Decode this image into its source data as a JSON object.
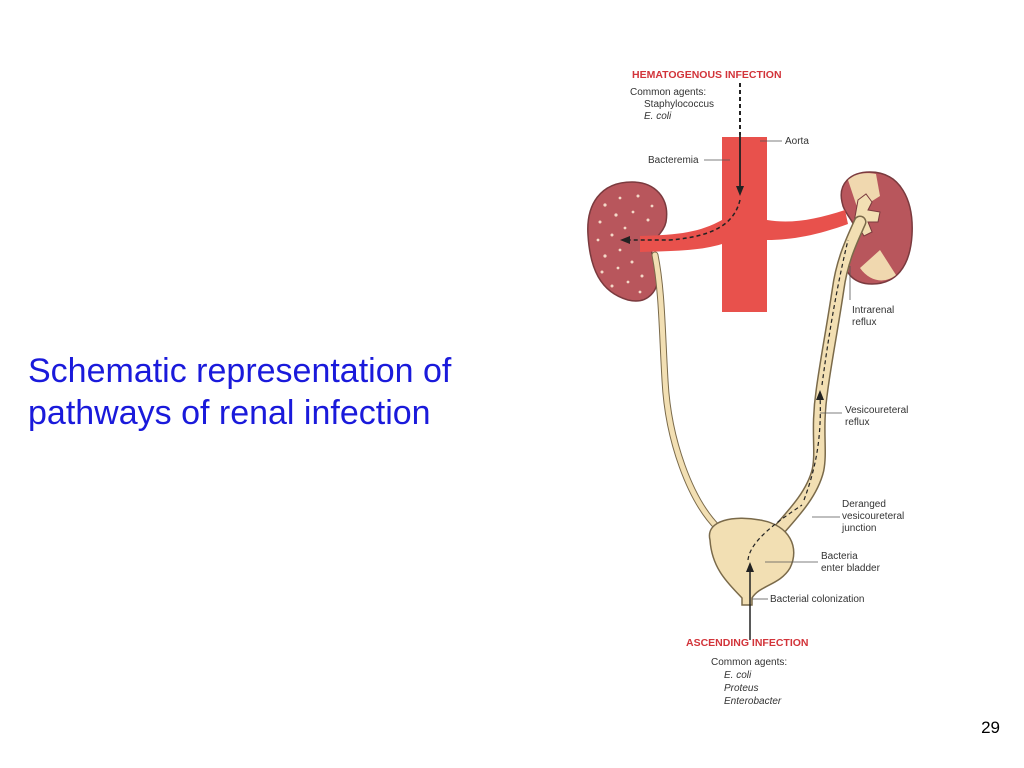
{
  "slide": {
    "title_line1": "Schematic representation of",
    "title_line2": "pathways of renal infection",
    "page_number": "29"
  },
  "diagram": {
    "hematogenous": {
      "header": "HEMATOGENOUS INFECTION",
      "agents_label": "Common agents:",
      "agents": [
        "Staphylococcus",
        "E. coli"
      ]
    },
    "labels": {
      "aorta": "Aorta",
      "bacteremia": "Bacteremia",
      "intrarenal_reflux": [
        "Intrarenal",
        "reflux"
      ],
      "vesicoureteral_reflux": [
        "Vesicoureteral",
        "reflux"
      ],
      "deranged_junction": [
        "Deranged",
        "vesicoureteral",
        "junction"
      ],
      "bacteria_enter_bladder": [
        "Bacteria",
        "enter bladder"
      ],
      "bacterial_colonization": "Bacterial colonization"
    },
    "ascending": {
      "header": "ASCENDING INFECTION",
      "agents_label": "Common agents:",
      "agents": [
        "E. coli",
        "Proteus",
        "Enterobacter"
      ]
    },
    "colors": {
      "aorta": "#e8514c",
      "kidney": "#b8565c",
      "kidney_edge": "#7a3a3e",
      "ureter": "#f2dfb3",
      "header_red": "#d2343a"
    }
  }
}
